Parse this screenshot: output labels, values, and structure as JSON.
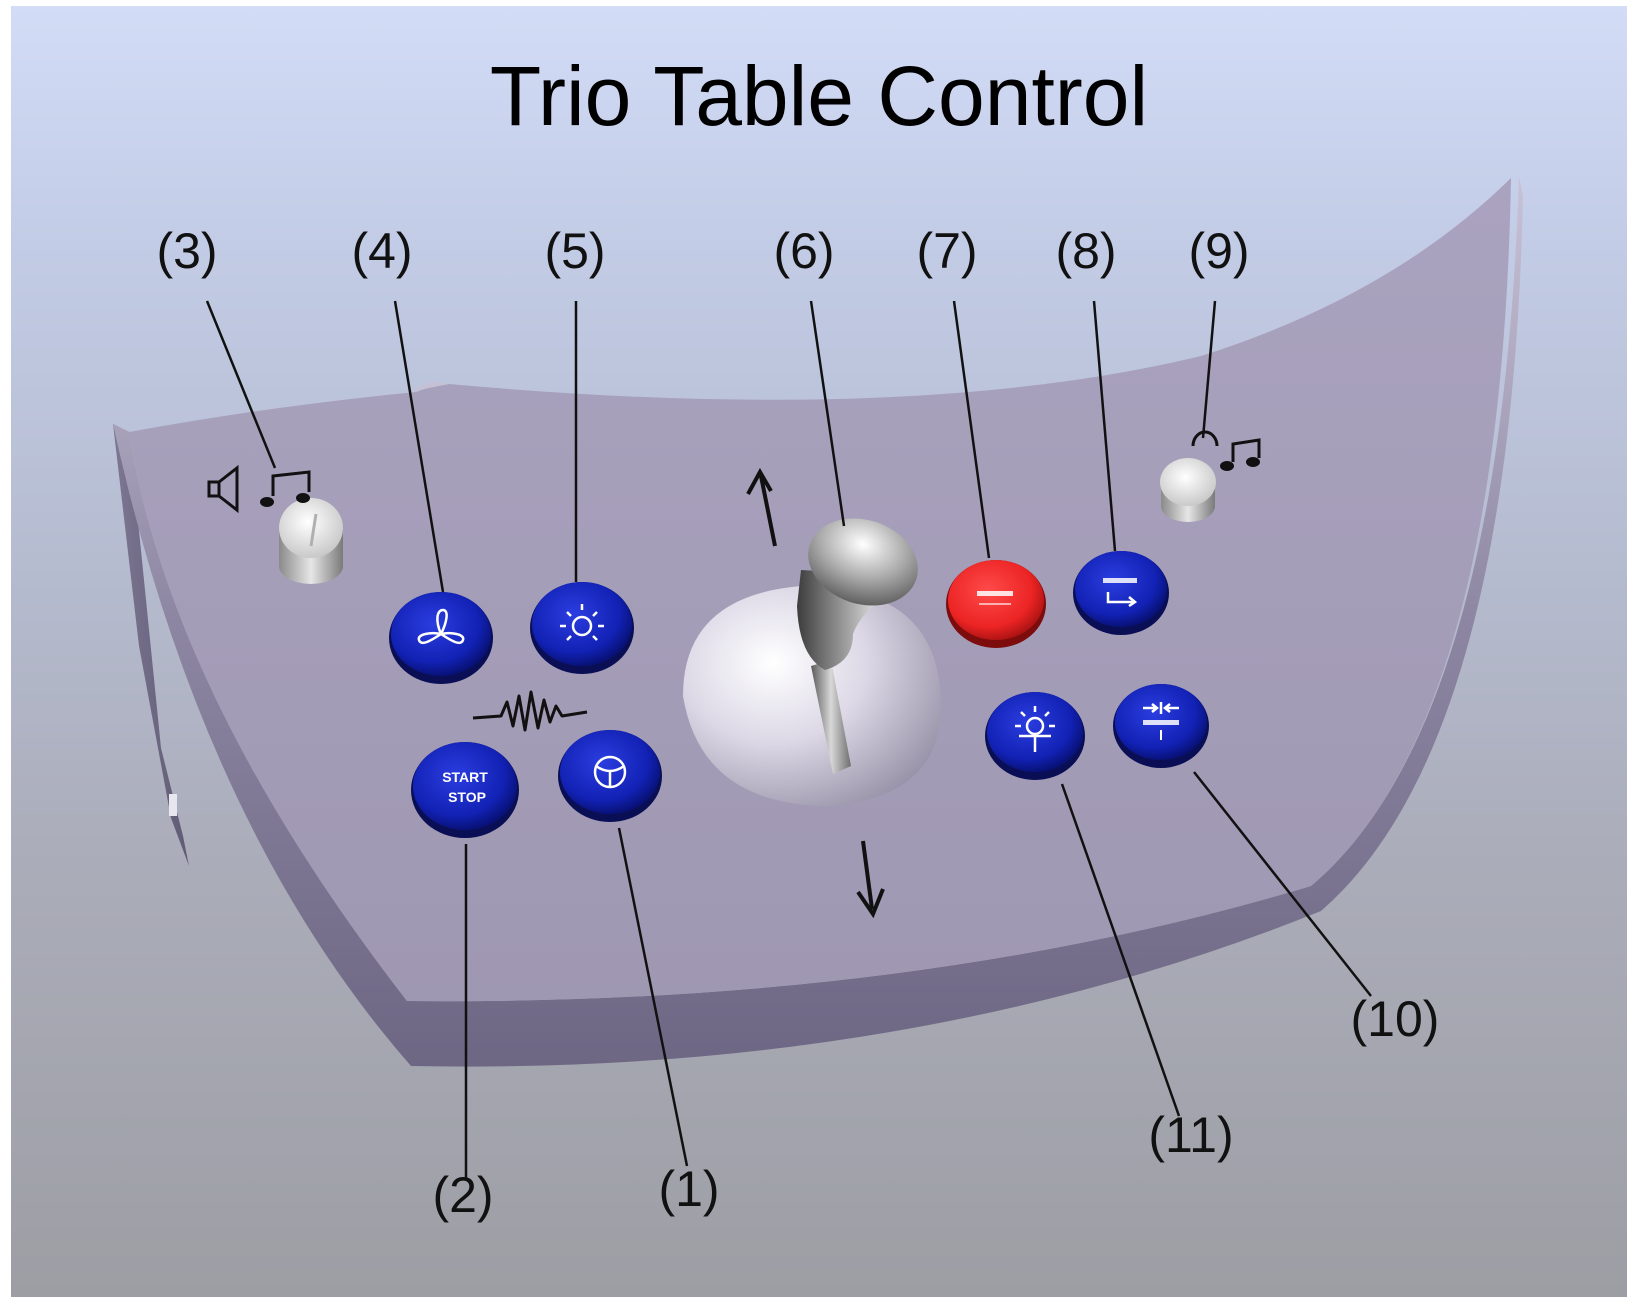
{
  "title": "Trio Table Control",
  "callouts": {
    "c1": "(1)",
    "c2": "(2)",
    "c3": "(3)",
    "c4": "(4)",
    "c5": "(5)",
    "c6": "(6)",
    "c7": "(7)",
    "c8": "(8)",
    "c9": "(9)",
    "c10": "(10)",
    "c11": "(11)"
  },
  "buttons": {
    "start_stop_line1": "START",
    "start_stop_line2": "STOP"
  },
  "icons": {
    "speaker": "speaker-icon",
    "music": "music-note-icon",
    "headphones": "headphones-icon",
    "fan": "fan-icon",
    "light": "light-bulb-icon",
    "steering": "steering-wheel-icon",
    "vibration": "vibration-wave-icon",
    "laser": "laser-light-icon"
  },
  "colors": {
    "button_blue": "#0f1fa8",
    "button_red": "#e8282a",
    "panel": "#a59db8"
  }
}
